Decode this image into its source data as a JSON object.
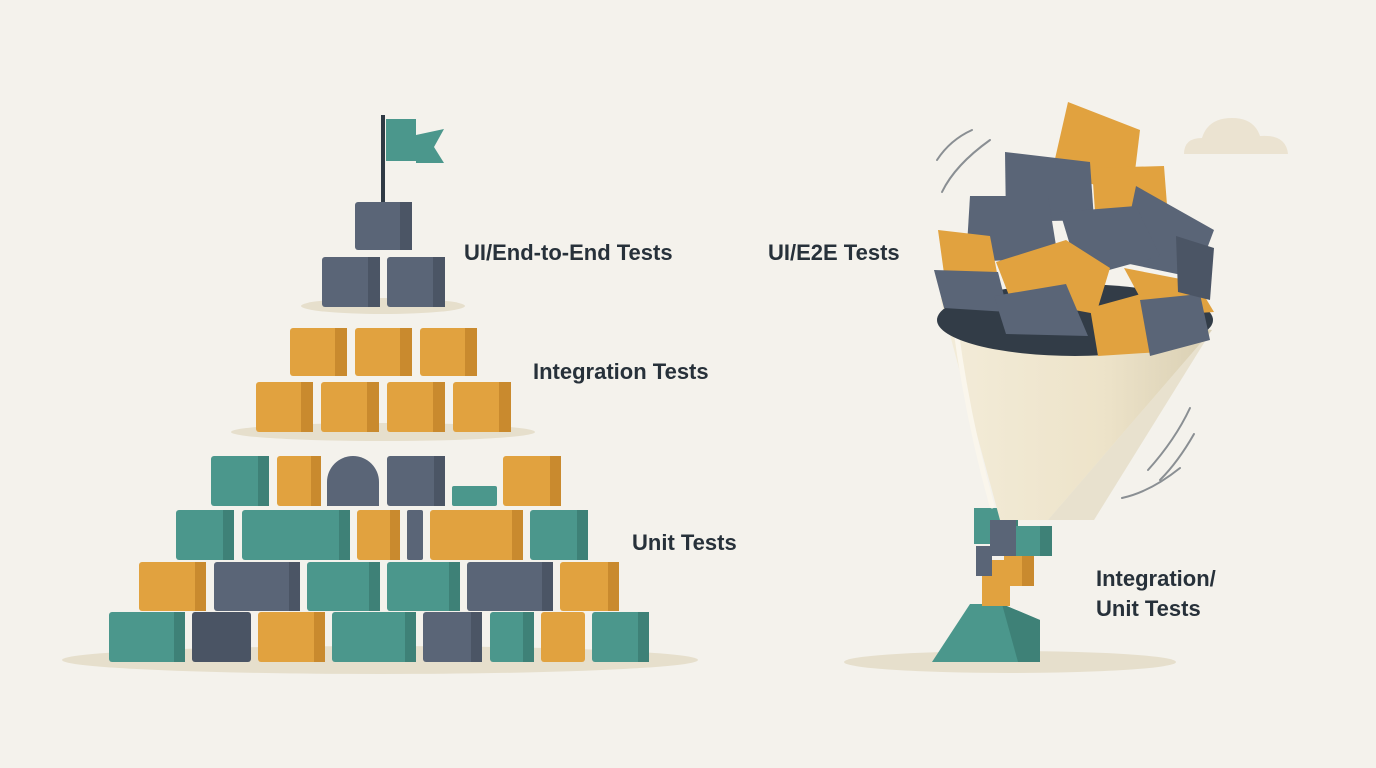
{
  "labels": {
    "pyramid_top": "UI/End-to-End Tests",
    "pyramid_middle": "Integration Tests",
    "pyramid_bottom": "Unit Tests",
    "cone_top": "UI/E2E Tests",
    "cone_bottom_line1": "Integration/",
    "cone_bottom_line2": "Unit Tests"
  },
  "colors": {
    "background": "#f4f2ec",
    "teal": "#4b978c",
    "slate": "#5a6577",
    "orange": "#e1a23f",
    "cream": "#efe7d2",
    "text": "#27313a"
  },
  "icons": [
    "flag-icon",
    "cloud-icon"
  ]
}
